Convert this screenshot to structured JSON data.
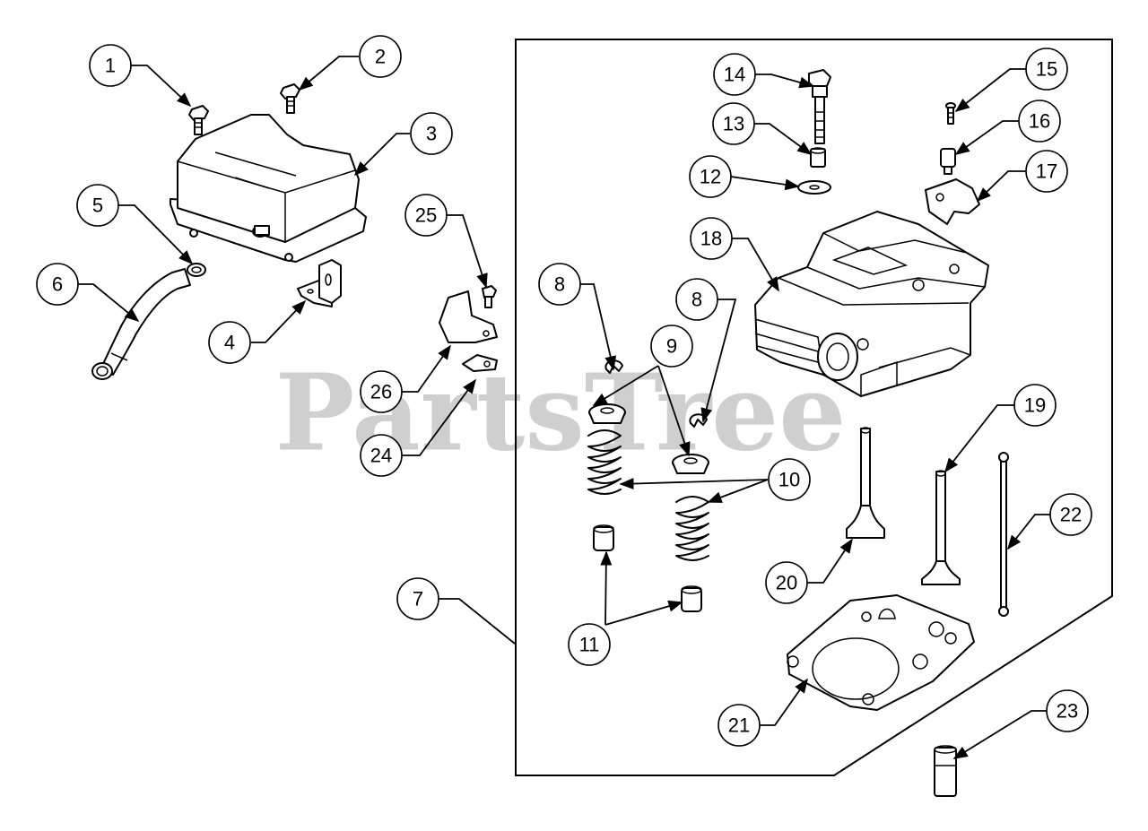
{
  "watermark": "PartsTree",
  "callouts": {
    "c1": "1",
    "c2": "2",
    "c3": "3",
    "c4": "4",
    "c5": "5",
    "c6": "6",
    "c7": "7",
    "c8a": "8",
    "c8b": "8",
    "c9": "9",
    "c10": "10",
    "c11": "11",
    "c12": "12",
    "c13": "13",
    "c14": "14",
    "c15": "15",
    "c16": "16",
    "c17": "17",
    "c18": "18",
    "c19": "19",
    "c20": "20",
    "c21": "21",
    "c22": "22",
    "c23": "23",
    "c24": "24",
    "c25": "25",
    "c26": "26"
  }
}
